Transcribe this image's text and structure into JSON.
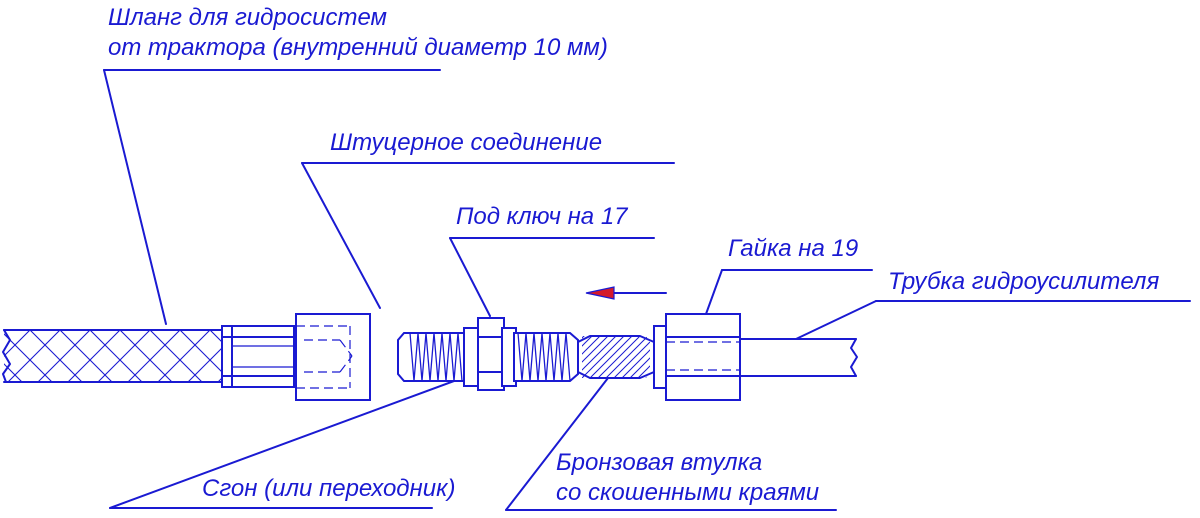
{
  "colors": {
    "line": "#1a1ad2",
    "arrow_head": "#d41a2a",
    "background": "#ffffff"
  },
  "labels": {
    "hose_line1": "Шланг для гидросистем",
    "hose_line2": "от трактора (внутренний диаметр 10 мм)",
    "fitting": "Штуцерное соединение",
    "wrench": "Под ключ на 17",
    "nut": "Гайка на 19",
    "tube": "Трубка гидроусилителя",
    "adapter": "Сгон (или переходник)",
    "sleeve_line1": "Бронзовая втулка",
    "sleeve_line2": "со скошенными краями"
  },
  "arrow": {
    "direction": "left"
  }
}
